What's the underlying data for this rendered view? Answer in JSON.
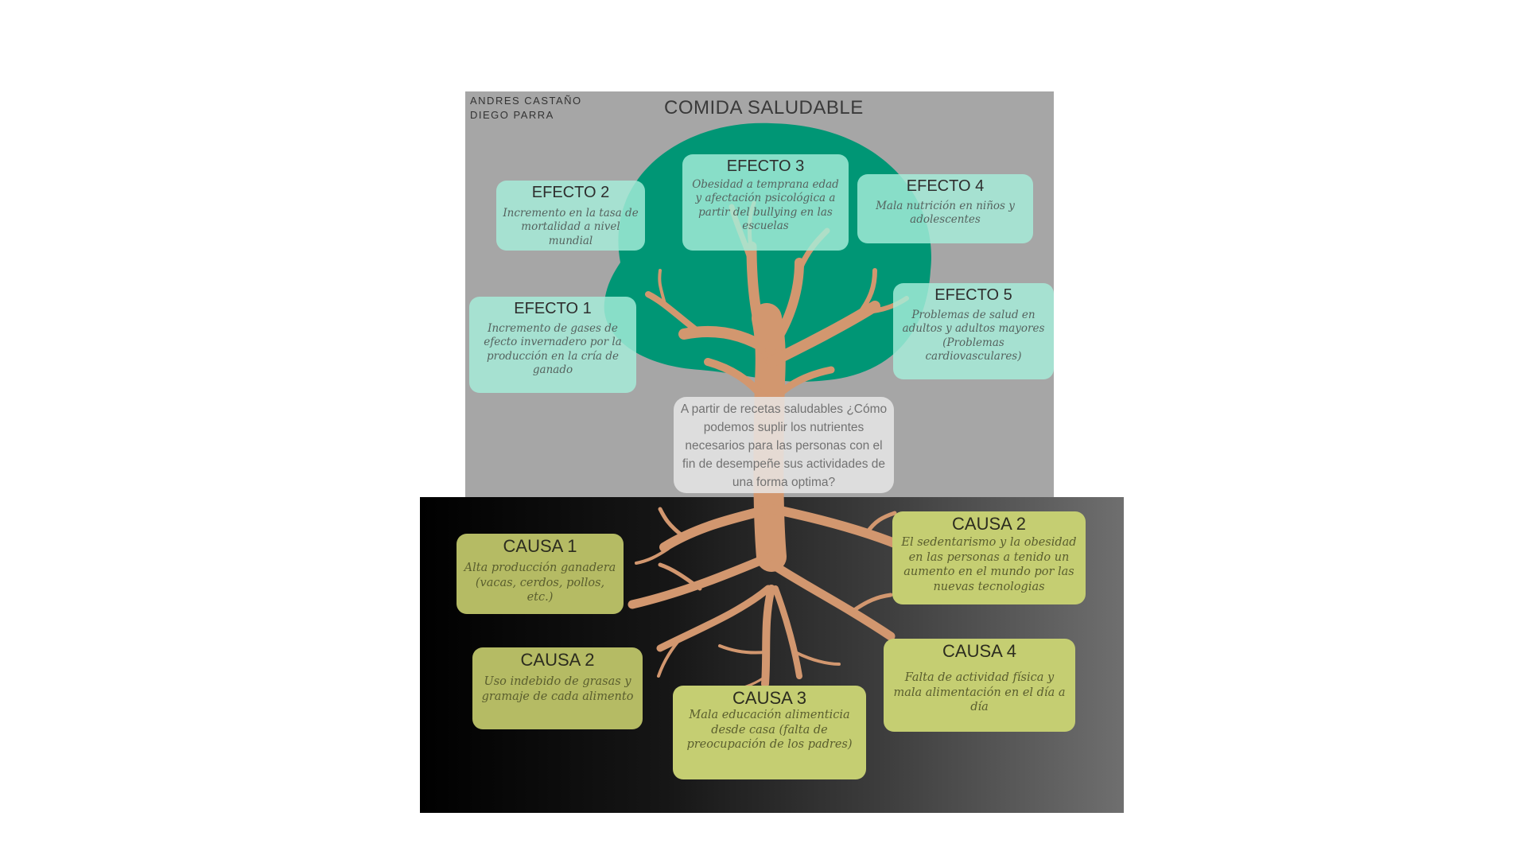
{
  "authors": [
    "ANDRES CASTAÑO",
    "DIEGO PARRA"
  ],
  "title": "COMIDA SALUDABLE",
  "question": "A partir de recetas saludables ¿Cómo podemos suplir los nutrientes necesarios para las personas con el fin de desempeñe sus actividades de una forma optima?",
  "effects": [
    {
      "heading": "EFECTO 1",
      "text": "Incremento de gases de efecto invernadero por la producción en la cría de ganado"
    },
    {
      "heading": "EFECTO 2",
      "text": "Incremento en la tasa de mortalidad a nivel mundial"
    },
    {
      "heading": "EFECTO 3",
      "text": "Obesidad a temprana edad y afectación psicológica a partir del bullying en las escuelas"
    },
    {
      "heading": "EFECTO 4",
      "text": "Mala nutrición en niños y adolescentes"
    },
    {
      "heading": "EFECTO 5",
      "text": "Problemas de salud en adultos y adultos mayores (Problemas cardiovasculares)"
    }
  ],
  "causes": [
    {
      "heading": "CAUSA 1",
      "text": "Alta producción ganadera (vacas, cerdos, pollos, etc.)"
    },
    {
      "heading": "CAUSA 2",
      "text": "Uso indebido de grasas y gramaje de cada alimento"
    },
    {
      "heading": "CAUSA 3",
      "text": "Mala educación alimenticia desde casa (falta de preocupación de los padres)"
    },
    {
      "heading": "CAUSA 4",
      "text": "Falta de actividad física y mala alimentación en el día a día"
    },
    {
      "heading": "CAUSA 2",
      "text": "El sedentarismo y la obesidad en las personas a tenido un aumento en el mundo por las nuevas tecnologias"
    }
  ],
  "colors": {
    "sky": "#a6a6a6",
    "canopy": "#009675",
    "trunk": "#d2976f",
    "effect_box": "#a6eeda",
    "cause_box": "#b5bb64",
    "question_box": "#e9e9e9"
  }
}
